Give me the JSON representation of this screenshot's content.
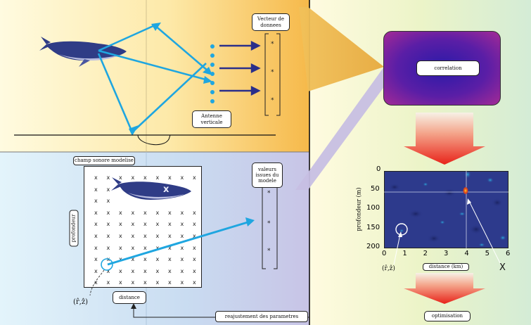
{
  "labels": {
    "data_vector": "Vecteur de donnees",
    "antenna": "Antenne verticale",
    "correlation": "correlation",
    "modeled_field": "champ sonore modelise",
    "model_values": "valeurs issues du modele",
    "depth_axis": "profondeur",
    "distance_axis": "distance",
    "param_readjust": "reajustement des parametres",
    "optimisation": "optimisation",
    "rz_hat_left": "(r̂,ẑ)",
    "rz_hat_plot": "(r̂,ẑ)",
    "x_marker": "X",
    "grid_x": "x",
    "star": "*"
  },
  "plot": {
    "ylabel": "profondeur (m)",
    "xlabel": "distance (km)",
    "yticks": [
      "0",
      "50",
      "100",
      "150",
      "200"
    ],
    "xticks": [
      "0",
      "1",
      "2",
      "3",
      "4",
      "5",
      "6"
    ]
  },
  "colors": {
    "top_bg": "#fbd98a",
    "bottom_bg": "#cfe3f3",
    "right_bg": "#e6f1bf",
    "arrow_blue": "#1fa6e0",
    "array_arrow": "#2b2f8a",
    "correlation_box": "#7a1fa0",
    "heatmap_bg": "#2d3a8c",
    "red_arrow": "#e8231a"
  }
}
